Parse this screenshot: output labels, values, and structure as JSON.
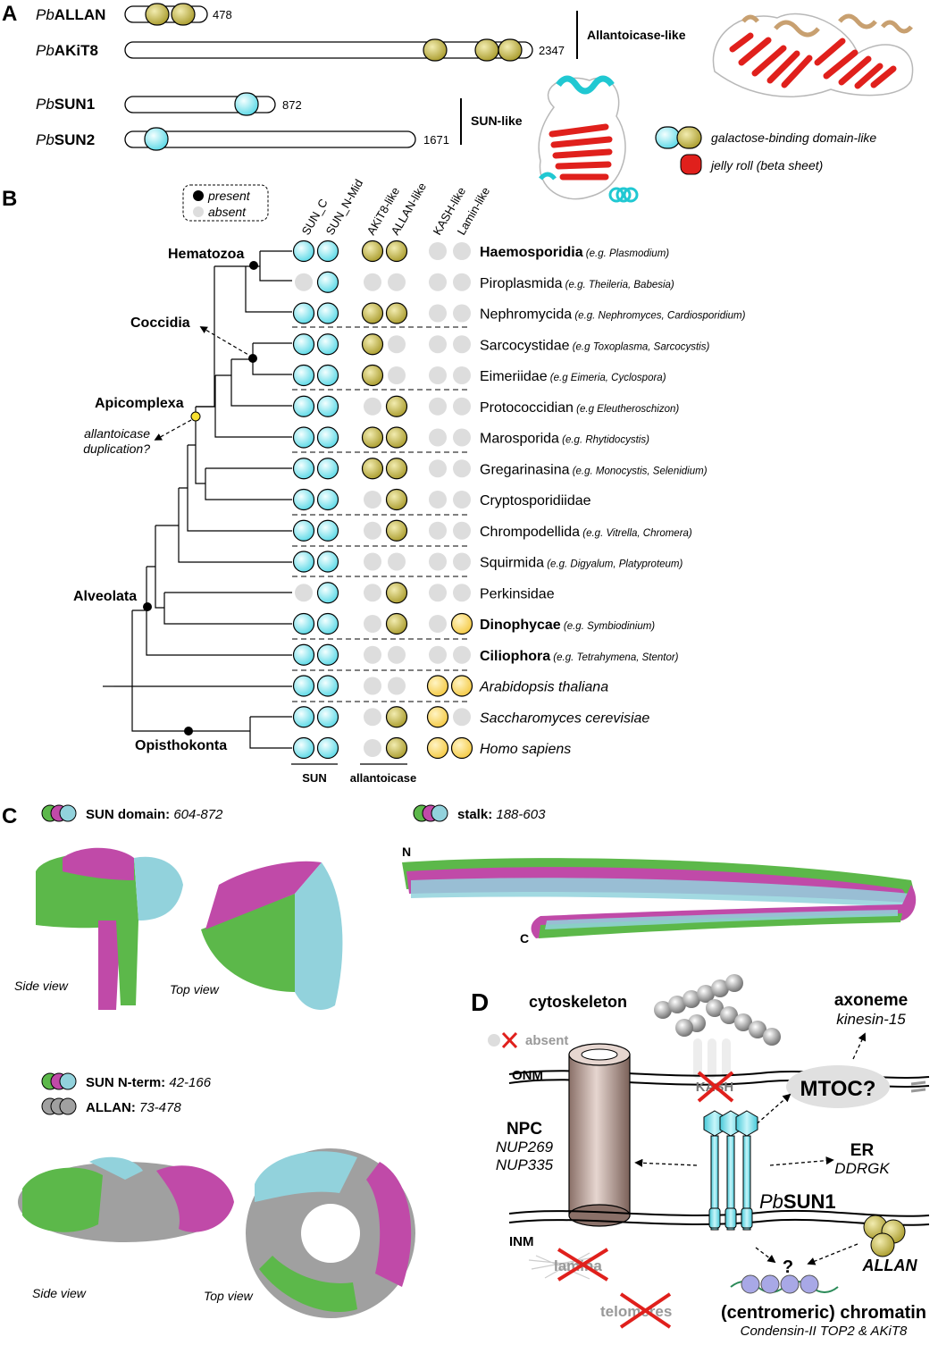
{
  "colors": {
    "cyan": "#8ee8f0",
    "olive": "#c2b84a",
    "yellow": "#fbd75a",
    "gray_absent": "#dddddd",
    "green": "#5cb84a",
    "magenta": "#c04aa8",
    "lightblue": "#92d2dc",
    "surface_gray": "#a0a0a0",
    "red": "#e0201c",
    "tan": "#c8a070"
  },
  "panel_a": {
    "label": "A",
    "proteins": [
      {
        "prefix": "Pb",
        "name": "ALLAN",
        "length": "478"
      },
      {
        "prefix": "Pb",
        "name": "AKiT8",
        "length": "2347"
      },
      {
        "prefix": "Pb",
        "name": "SUN1",
        "length": "872"
      },
      {
        "prefix": "Pb",
        "name": "SUN2",
        "length": "1671"
      }
    ],
    "group_allantoicase": "Allantoicase-like",
    "group_sun": "SUN-like",
    "legend_galactose": "galactose-binding domain-like",
    "legend_jellyroll": "jelly roll (beta sheet)"
  },
  "panel_b": {
    "label": "B",
    "legend_present": "present",
    "legend_absent": "absent",
    "columns": [
      "SUN_C",
      "SUN_N-Mid",
      "AKiT8-like",
      "ALLAN-like",
      "KASH-like",
      "Lamin-like"
    ],
    "groups": [
      "SUN",
      "allantoicase"
    ],
    "clades": [
      "Hematozoa",
      "Coccidia",
      "Apicomplexa",
      "Alveolata",
      "Opisthokonta"
    ],
    "note": "allantoicase duplication?",
    "rows": [
      {
        "name": "Haemosporidia",
        "example": "(e.g. Plasmodium)",
        "bold": true,
        "italic": false,
        "cells": [
          "c",
          "c",
          "o",
          "o",
          "a",
          "a"
        ]
      },
      {
        "name": "Piroplasmida",
        "example": "(e.g. Theileria, Babesia)",
        "bold": false,
        "italic": false,
        "cells": [
          "a",
          "c",
          "a",
          "a",
          "a",
          "a"
        ]
      },
      {
        "name": "Nephromycida",
        "example": "(e.g. Nephromyces, Cardiosporidium)",
        "bold": false,
        "italic": false,
        "cells": [
          "c",
          "c",
          "o",
          "o",
          "a",
          "a"
        ]
      },
      {
        "name": "Sarcocystidae",
        "example": "(e.g Toxoplasma, Sarcocystis)",
        "bold": false,
        "italic": false,
        "cells": [
          "c",
          "c",
          "o",
          "a",
          "a",
          "a"
        ]
      },
      {
        "name": "Eimeriidae",
        "example": "(e.g Eimeria, Cyclospora)",
        "bold": false,
        "italic": false,
        "cells": [
          "c",
          "c",
          "o",
          "a",
          "a",
          "a"
        ]
      },
      {
        "name": "Protococcidian",
        "example": "(e.g Eleutheroschizon)",
        "bold": false,
        "italic": false,
        "cells": [
          "c",
          "c",
          "a",
          "o",
          "a",
          "a"
        ]
      },
      {
        "name": "Marosporida",
        "example": "(e.g. Rhytidocystis)",
        "bold": false,
        "italic": false,
        "cells": [
          "c",
          "c",
          "o",
          "o",
          "a",
          "a"
        ]
      },
      {
        "name": "Gregarinasina",
        "example": "(e.g. Monocystis, Selenidium)",
        "bold": false,
        "italic": false,
        "cells": [
          "c",
          "c",
          "o",
          "o",
          "a",
          "a"
        ]
      },
      {
        "name": "Cryptosporidiidae",
        "example": "",
        "bold": false,
        "italic": false,
        "cells": [
          "c",
          "c",
          "a",
          "o",
          "a",
          "a"
        ]
      },
      {
        "name": "Chrompodellida",
        "example": "(e.g. Vitrella, Chromera)",
        "bold": false,
        "italic": false,
        "cells": [
          "c",
          "c",
          "a",
          "o",
          "a",
          "a"
        ]
      },
      {
        "name": "Squirmida",
        "example": "(e.g. Digyalum, Platyproteum)",
        "bold": false,
        "italic": false,
        "cells": [
          "c",
          "c",
          "a",
          "a",
          "a",
          "a"
        ]
      },
      {
        "name": "Perkinsidae",
        "example": "",
        "bold": false,
        "italic": false,
        "cells": [
          "a",
          "c",
          "a",
          "o",
          "a",
          "a"
        ]
      },
      {
        "name": "Dinophycae",
        "example": "(e.g. Symbiodinium)",
        "bold": true,
        "italic": false,
        "cells": [
          "c",
          "c",
          "a",
          "o",
          "a",
          "y"
        ]
      },
      {
        "name": "Ciliophora",
        "example": "(e.g. Tetrahymena, Stentor)",
        "bold": true,
        "italic": false,
        "cells": [
          "c",
          "c",
          "a",
          "a",
          "a",
          "a"
        ]
      },
      {
        "name": "Arabidopsis thaliana",
        "example": "",
        "bold": false,
        "italic": true,
        "cells": [
          "c",
          "c",
          "a",
          "a",
          "y",
          "y"
        ]
      },
      {
        "name": "Saccharomyces cerevisiae",
        "example": "",
        "bold": false,
        "italic": true,
        "cells": [
          "c",
          "c",
          "a",
          "o",
          "y",
          "a"
        ]
      },
      {
        "name": "Homo sapiens",
        "example": "",
        "bold": false,
        "italic": true,
        "cells": [
          "c",
          "c",
          "a",
          "o",
          "y",
          "y"
        ]
      }
    ]
  },
  "panel_c": {
    "label": "C",
    "sun_domain": {
      "name": "SUN domain:",
      "range": "604-872"
    },
    "stalk": {
      "name": "stalk:",
      "range": "188-603"
    },
    "sun_nterm": {
      "name": "SUN N-term:",
      "range": "42-166"
    },
    "allan": {
      "name": "ALLAN:",
      "range": "73-478"
    },
    "side_view": "Side view",
    "top_view": "Top view",
    "n_label": "N",
    "c_label": "C"
  },
  "panel_d": {
    "label": "D",
    "cytoskeleton": "cytoskeleton",
    "absent": "absent",
    "axoneme": "axoneme",
    "kinesin": "kinesin-15",
    "onm": "ONM",
    "inm": "INM",
    "mtoc": "MTOC?",
    "kash": "KASH",
    "npc": "NPC",
    "nup1": "NUP269",
    "nup2": "NUP335",
    "er": "ER",
    "ddrgk": "DDRGK",
    "pbsun1_prefix": "Pb",
    "pbsun1_name": "SUN1",
    "allan": "ALLAN",
    "question": "?",
    "lamina": "lamina",
    "telomeres": "telomeres",
    "chromatin": "(centromeric) chromatin",
    "chromatin_sub": "Condensin-II TOP2 & AKiT8"
  }
}
